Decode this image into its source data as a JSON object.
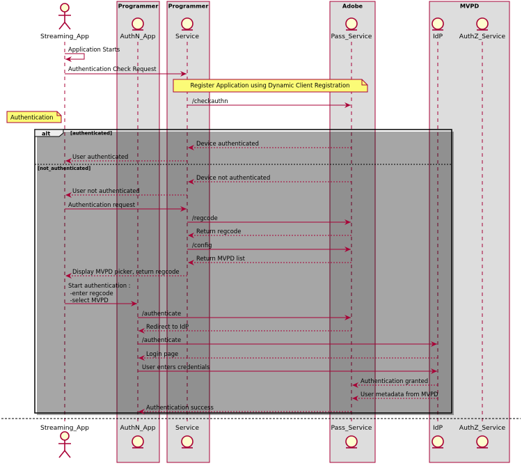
{
  "boxes": [
    {
      "id": "box-programmer-1",
      "title": "Programmer"
    },
    {
      "id": "box-programmer-2",
      "title": "Programmer"
    },
    {
      "id": "box-adobe",
      "title": "Adobe"
    },
    {
      "id": "box-mvpd",
      "title": "MVPD"
    }
  ],
  "participants": [
    {
      "id": "streaming-app",
      "label": "Streaming_App",
      "shape": "actor"
    },
    {
      "id": "authn-app",
      "label": "AuthN_App",
      "shape": "entity"
    },
    {
      "id": "service",
      "label": "Service",
      "shape": "entity"
    },
    {
      "id": "pass-service",
      "label": "Pass_Service",
      "shape": "entity"
    },
    {
      "id": "idp",
      "label": "IdP",
      "shape": "entity"
    },
    {
      "id": "authz-service",
      "label": "AuthZ_Service",
      "shape": "entity"
    }
  ],
  "notes": {
    "register": "Register Application using Dynamic Client Registration",
    "authentication": "Authentication"
  },
  "alt": {
    "keyword": "alt",
    "guard1": "[authenticated]",
    "guard2": "[not_authenticated]"
  },
  "messages": [
    {
      "label": "Application Starts",
      "from": "Streaming_App",
      "to": "Streaming_App",
      "style": "solid"
    },
    {
      "label": "Authentication Check Request",
      "from": "Streaming_App",
      "to": "Service",
      "style": "solid"
    },
    {
      "label": "/checkauthn",
      "from": "Service",
      "to": "Pass_Service",
      "style": "solid"
    },
    {
      "label": "Device authenticated",
      "from": "Pass_Service",
      "to": "Service",
      "style": "dashed"
    },
    {
      "label": "User authenticated",
      "from": "Service",
      "to": "Streaming_App",
      "style": "dashed"
    },
    {
      "label": "Device not authenticated",
      "from": "Pass_Service",
      "to": "Service",
      "style": "dashed"
    },
    {
      "label": "User not authenticated",
      "from": "Service",
      "to": "Streaming_App",
      "style": "dashed"
    },
    {
      "label": "Authentication request",
      "from": "Streaming_App",
      "to": "Service",
      "style": "solid"
    },
    {
      "label": "/regcode",
      "from": "Service",
      "to": "Pass_Service",
      "style": "solid"
    },
    {
      "label": "Return regcode",
      "from": "Pass_Service",
      "to": "Service",
      "style": "dashed"
    },
    {
      "label": "/config",
      "from": "Service",
      "to": "Pass_Service",
      "style": "solid"
    },
    {
      "label": "Return MVPD list",
      "from": "Pass_Service",
      "to": "Service",
      "style": "dashed"
    },
    {
      "label": "Display MVPD picker, return regcode",
      "from": "Service",
      "to": "Streaming_App",
      "style": "dashed"
    },
    {
      "label_lines": [
        "Start authentication :",
        " -enter regcode",
        " -select MVPD"
      ],
      "from": "Streaming_App",
      "to": "AuthN_App",
      "style": "solid"
    },
    {
      "label": "/authenticate",
      "from": "AuthN_App",
      "to": "Pass_Service",
      "style": "solid"
    },
    {
      "label": "Redirect to IdP",
      "from": "Pass_Service",
      "to": "AuthN_App",
      "style": "dashed"
    },
    {
      "label": "/authenticate",
      "from": "AuthN_App",
      "to": "IdP",
      "style": "solid"
    },
    {
      "label": "Login page",
      "from": "IdP",
      "to": "AuthN_App",
      "style": "dashed"
    },
    {
      "label": "User enters credentials",
      "from": "AuthN_App",
      "to": "IdP",
      "style": "solid"
    },
    {
      "label": "Authentication granted",
      "from": "IdP",
      "to": "Pass_Service",
      "style": "dashed"
    },
    {
      "label": "User metadata from MVPD",
      "from": "IdP",
      "to": "Pass_Service",
      "style": "dashed"
    },
    {
      "label": "Authentication success",
      "from": "Pass_Service",
      "to": "AuthN_App",
      "style": "dashed"
    }
  ],
  "colors": {
    "box_fill": "#dddddd",
    "line": "#a80036",
    "note_fill": "#fbfb77",
    "participant_fill": "#fefece"
  }
}
